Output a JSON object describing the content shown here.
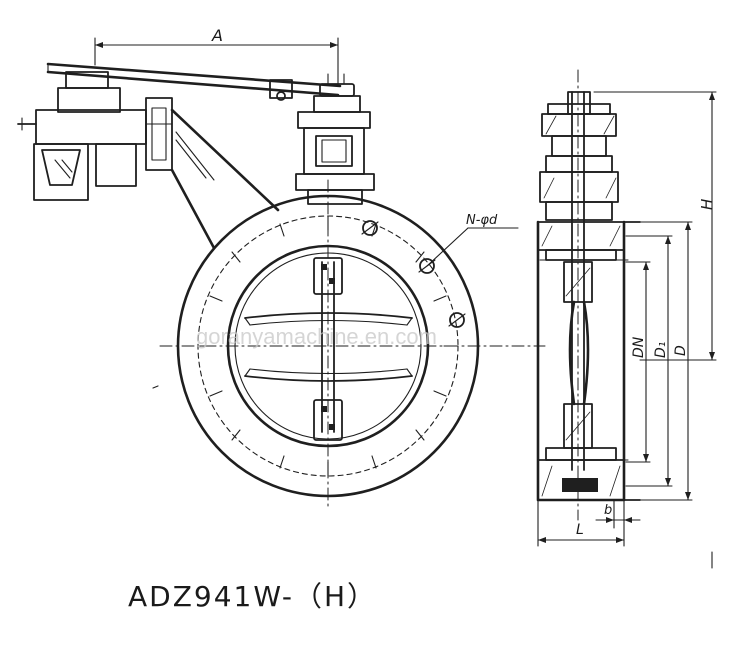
{
  "drawing": {
    "model_label": "ADZ941W-（H）",
    "watermark": "goranyamachine.en.com",
    "dimensions": {
      "A": "A",
      "H": "H",
      "bolt_holes": "N-φd",
      "DN": "DN",
      "D1": "D₁",
      "D": "D",
      "L": "L",
      "b": "b"
    }
  }
}
